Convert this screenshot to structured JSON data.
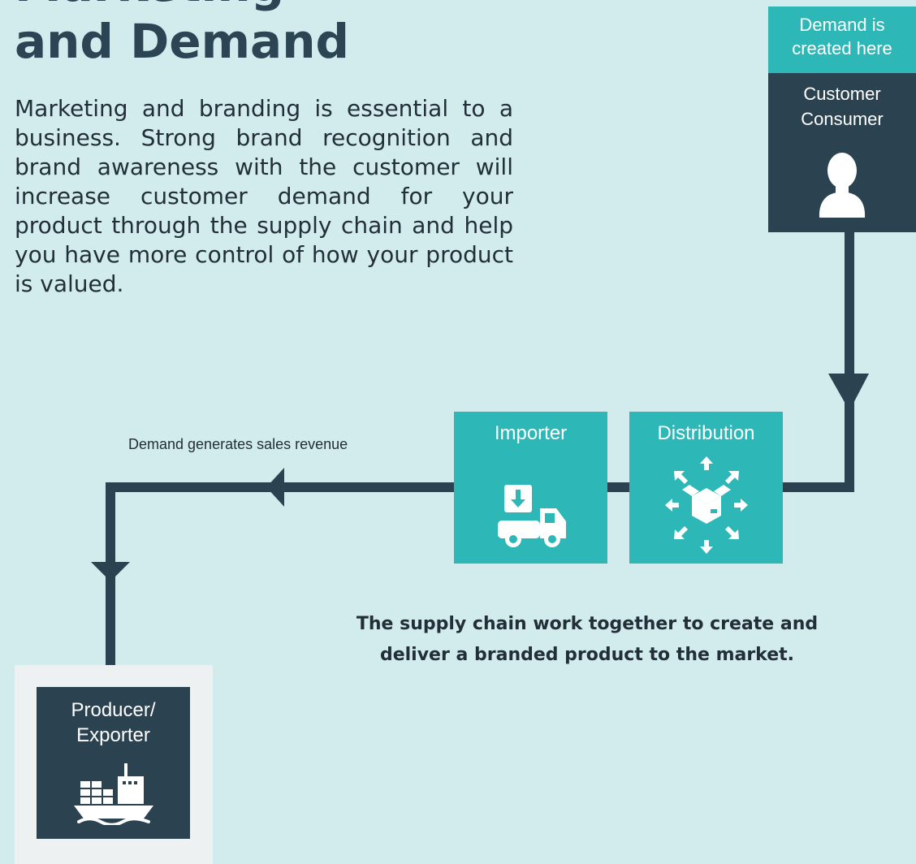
{
  "heading": {
    "cut_line": "Marketing",
    "main_line": "and Demand"
  },
  "intro_text": "Marketing and branding is essential to a business. Strong brand recognition and brand awareness with the customer will increase customer demand for your product through the supply chain and help you have more control of how your product is valued.",
  "demand_box": {
    "label": "Demand is created here",
    "color": "#2db7b7"
  },
  "customer_box": {
    "label": "Customer Consumer",
    "icon": "person-icon",
    "color": "#2b4251"
  },
  "nodes": {
    "importer": {
      "label": "Importer",
      "icon": "delivery-truck-icon",
      "color": "#2db7b7"
    },
    "distribution": {
      "label": "Distribution",
      "icon": "distribution-box-icon",
      "color": "#2db7b7"
    },
    "producer": {
      "label": "Producer/ Exporter",
      "icon": "cargo-ship-icon",
      "color": "#2b4251"
    }
  },
  "flow_caption": "Demand generates sales revenue",
  "summary": "The supply chain work together to create and deliver a branded product to the market.",
  "colors": {
    "background": "#d2ecee",
    "text_dark": "#222f38",
    "line": "#2b4251",
    "teal": "#2db7b7",
    "producer_panel": "#edf1f1"
  }
}
